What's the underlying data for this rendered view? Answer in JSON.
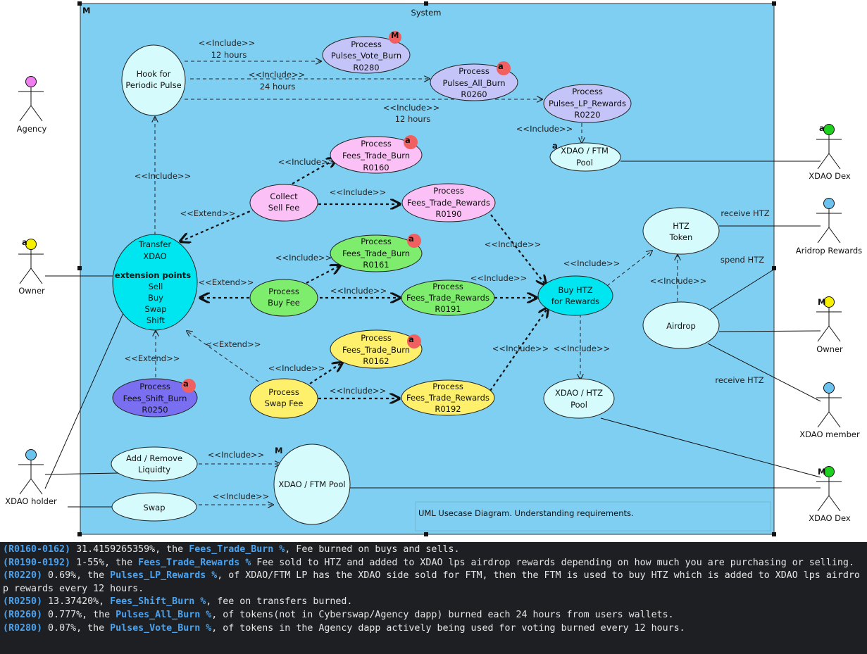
{
  "system": {
    "title": "System",
    "marker": "M"
  },
  "caption": "UML Usecase Diagram. Understanding requirements.",
  "colors": {
    "system_bg": "#7fcff2",
    "cyan": "#00e6f0",
    "light_cyan": "#d6fbfc",
    "lavender": "#c4c4f8",
    "pink": "#fbc0f5",
    "green": "#7eec6d",
    "yellow": "#fef06a",
    "purple": "#7a6ff0",
    "badge_red": "#f06060"
  },
  "actors": {
    "agency": {
      "name": "Agency",
      "head_color": "#f07ef0",
      "marker": ""
    },
    "owner_left": {
      "name": "Owner",
      "head_color": "#f7f000",
      "marker": "a"
    },
    "xdao_holder": {
      "name": "XDAO holder",
      "head_color": "#6cc2ee",
      "marker": ""
    },
    "xdao_dex_top": {
      "name": "XDAO Dex",
      "head_color": "#20d020",
      "marker": "a"
    },
    "airdrop_rewards": {
      "name": "Aridrop Rewards",
      "head_color": "#6cc2ee",
      "marker": ""
    },
    "owner_right": {
      "name": "Owner",
      "head_color": "#f7f000",
      "marker": "M"
    },
    "xdao_member": {
      "name": "XDAO member",
      "head_color": "#6cc2ee",
      "marker": ""
    },
    "xdao_dex_bottom": {
      "name": "XDAO Dex",
      "head_color": "#20d020",
      "marker": "M"
    }
  },
  "usecases": {
    "hook": {
      "lines": [
        "Hook for",
        "Periodic Pulse"
      ]
    },
    "r0280": {
      "lines": [
        "Process",
        "Pulses_Vote_Burn",
        "R0280"
      ],
      "badge": "M"
    },
    "r0260": {
      "lines": [
        "Process",
        "Pulses_All_Burn",
        "R0260"
      ],
      "badge": "a"
    },
    "r0220": {
      "lines": [
        "Process",
        "Pulses_LP_Rewards",
        "R0220"
      ]
    },
    "ftm_pool_small": {
      "lines": [
        "XDAO / FTM",
        "Pool"
      ],
      "marker": "a"
    },
    "r0160": {
      "lines": [
        "Process",
        "Fees_Trade_Burn",
        "R0160"
      ],
      "badge": "a"
    },
    "collect": {
      "lines": [
        "Collect",
        "Sell Fee"
      ]
    },
    "r0190": {
      "lines": [
        "Process",
        "Fees_Trade_Rewards",
        "R0190"
      ]
    },
    "transfer": {
      "title_lines": [
        "Transfer",
        "XDAO"
      ],
      "ext_heading": "extension points",
      "ext_points": [
        "Sell",
        "Buy",
        "Swap",
        "Shift"
      ]
    },
    "r0161": {
      "lines": [
        "Process",
        "Fees_Trade_Burn",
        "R0161"
      ],
      "badge": "a"
    },
    "buy_fee": {
      "lines": [
        "Process",
        "Buy Fee"
      ]
    },
    "r0191": {
      "lines": [
        "Process",
        "Fees_Trade_Rewards",
        "R0191"
      ]
    },
    "buy_htz": {
      "lines": [
        "Buy HTZ",
        "for Rewards"
      ]
    },
    "htz_token": {
      "lines": [
        "HTZ",
        "Token"
      ]
    },
    "airdrop": {
      "lines": [
        "Airdrop"
      ]
    },
    "r0162": {
      "lines": [
        "Process",
        "Fees_Trade_Burn",
        "R0162"
      ],
      "badge": "a"
    },
    "swap_fee": {
      "lines": [
        "Process",
        "Swap Fee"
      ]
    },
    "r0192": {
      "lines": [
        "Process",
        "Fees_Trade_Rewards",
        "R0192"
      ]
    },
    "r0250": {
      "lines": [
        "Process",
        "Fees_Shift_Burn",
        "R0250"
      ],
      "badge": "a"
    },
    "htz_pool": {
      "lines": [
        "XDAO / HTZ",
        "Pool"
      ]
    },
    "add_remove": {
      "lines": [
        "Add / Remove",
        "Liquidty"
      ]
    },
    "swap": {
      "lines": [
        "Swap"
      ]
    },
    "ftm_pool_big": {
      "lines": [
        "XDAO / FTM Pool"
      ],
      "marker": "M"
    }
  },
  "labels": {
    "include": "<<Include>>",
    "extend": "<<Extend>>",
    "hours_12": "12 hours",
    "hours_24": "24 hours",
    "hours_12_b": "12  hours",
    "receive_htz": "receive HTZ",
    "spend_htz": "spend HTZ"
  },
  "notes": [
    {
      "ref": "(R0160-0162)",
      "pre": " 31.4159265359%, the ",
      "param": "Fees_Trade_Burn %",
      "post": ", Fee burned on buys and sells."
    },
    {
      "ref": "(R0190-0192)",
      "pre": " 1-55%, the ",
      "param": "Fees_Trade_Rewards %",
      "post": " Fee sold to HTZ and added to XDAO lps airdrop rewards depending on how much you are purchasing or selling."
    },
    {
      "ref": "(R0220)",
      "pre": " 0.69%, the ",
      "param": "Pulses_LP_Rewards %",
      "post": ", of XDAO/FTM LP has the XDAO side sold for FTM, then the FTM is used to buy HTZ which is added to XDAO lps airdrop rewards every 12 hours."
    },
    {
      "ref": "(R0250)",
      "pre": " 13.37420%, ",
      "param": "Fees_Shift_Burn %",
      "post": ", fee on transfers burned."
    },
    {
      "ref": "(R0260)",
      "pre": " 0.777%, the ",
      "param": "Pulses_All_Burn %",
      "post": ", of tokens(not in Cyberswap/Agency dapp) burned each 24 hours from users wallets."
    },
    {
      "ref": "(R0280)",
      "pre": " 0.07%, the ",
      "param": "Pulses_Vote_Burn %",
      "post": ", of tokens in the Agency dapp actively being used for voting burned every 12 hours."
    }
  ]
}
